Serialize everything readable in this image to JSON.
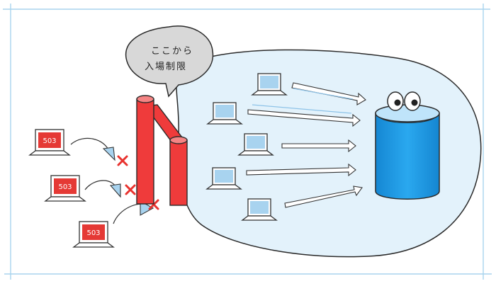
{
  "speech_bubble": {
    "line1": "ここから",
    "line2": "入場制限"
  },
  "error_code": "503",
  "colors": {
    "gate": "#ef3b3b",
    "database": "#1e9de8",
    "area_fill": "#e3f2fb",
    "arrow": "#8ec3e8",
    "reject_mark": "#e8322e",
    "bubble": "#d8d8d8",
    "frame": "#a9d4ee"
  }
}
